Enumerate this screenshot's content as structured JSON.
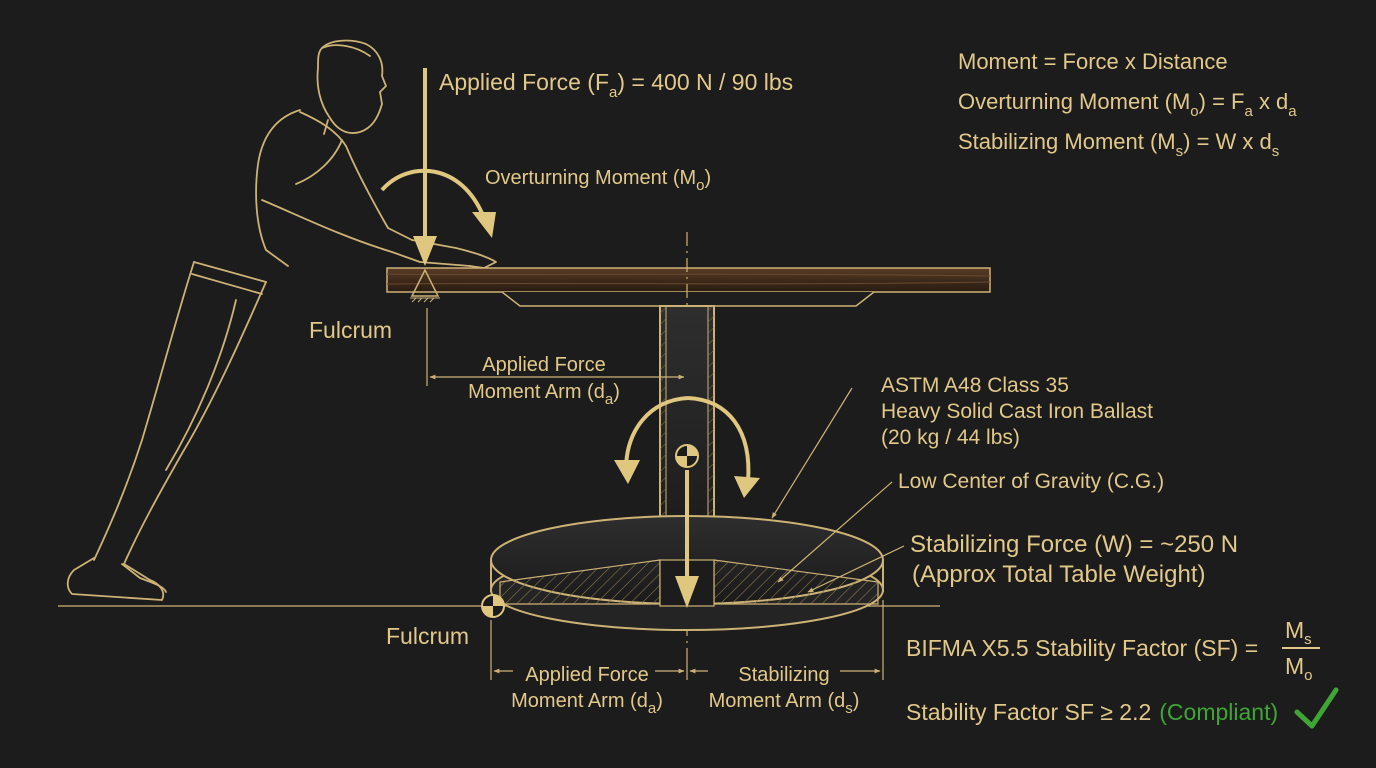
{
  "labels": {
    "applied_force": {
      "prefix": "Applied Force (F",
      "sub": "a",
      "suffix": ") = 400 N / 90 lbs"
    },
    "overturning_moment": {
      "prefix": "Overturning Moment (M",
      "sub": "o",
      "suffix": ")"
    },
    "fulcrum_top": "Fulcrum",
    "fulcrum_bottom": "Fulcrum",
    "top_moment_arm": {
      "line1": "Applied Force",
      "line2_prefix": "Moment Arm (d",
      "line2_sub": "a",
      "line2_suffix": ")"
    },
    "ballast": {
      "line1": "ASTM A48 Class 35",
      "line2": "Heavy Solid Cast Iron Ballast",
      "line3": "(20 kg / 44 lbs)"
    },
    "center_of_gravity": "Low Center of Gravity (C.G.)",
    "stabilizing_force": {
      "line1": "Stabilizing Force (W) = ~250 N",
      "line2": "(Approx Total Table Weight)"
    },
    "bottom_applied_arm": {
      "line1": "Applied Force",
      "line2_prefix": "Moment Arm (d",
      "line2_sub": "a",
      "line2_suffix": ")"
    },
    "bottom_stabilizing_arm": {
      "line1": "Stabilizing",
      "line2_prefix": "Moment Arm (d",
      "line2_sub": "s",
      "line2_suffix": ")"
    }
  },
  "formulas": {
    "moment": "Moment =  Force x Distance",
    "overturning": {
      "prefix": "Overturning Moment (M",
      "sub1": "o",
      "mid": ") = F",
      "sub2": "a",
      "mid2": " x d",
      "sub3": "a"
    },
    "stabilizing": {
      "prefix": "Stabilizing Moment (M",
      "sub1": "s",
      "mid": ") = W x d",
      "sub2": "s"
    },
    "stability_factor": {
      "label": "BIFMA X5.5 Stability Factor (SF) =",
      "num_main": "M",
      "num_sub": "s",
      "den_main": "M",
      "den_sub": "o"
    },
    "compliance": {
      "text": "Stability Factor SF ≥ 2.2",
      "status": "(Compliant)"
    }
  },
  "colors": {
    "background": "#1c1c1c",
    "line": "#cdb276",
    "text": "#e2c98a",
    "compliant": "#3fa535",
    "wood": "#4a3220",
    "iron": "#2a2a2a"
  },
  "icons": {
    "compliant_check": "check-icon",
    "center_of_gravity_marker": "cg-marker-icon",
    "fulcrum_marker": "fulcrum-icon"
  }
}
